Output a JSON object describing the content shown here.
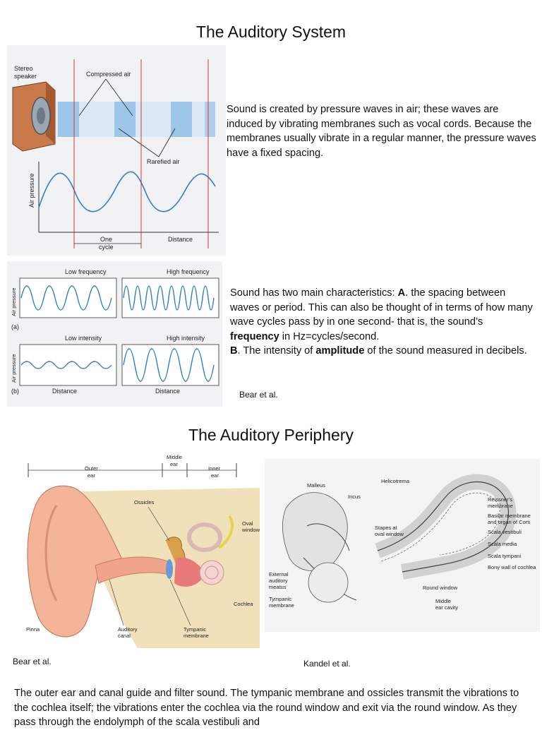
{
  "section1": {
    "title": "The Auditory System",
    "para1": "Sound is created by pressure waves in air; these waves are induced by vibrating membranes such as vocal cords. Because the membranes usually vibrate in a regular manner, the pressure waves have a fixed spacing.",
    "para2": {
      "p1": "Sound has two main characteristics: ",
      "a": "A",
      "p2": ". the spacing between waves or period. This can also be thought of in terms of how many wave cycles pass by in one second- that is, the sound’s ",
      "freq": "frequency",
      "p3": " in Hz=cycles/second.",
      "b": "B",
      "p4": ". The intensity of ",
      "amp": "amplitude",
      "p5": " of the sound measured in decibels."
    },
    "citation": "Bear et al.",
    "fig1": {
      "speaker": [
        "Stereo",
        "speaker"
      ],
      "compressed": "Compressed air",
      "rarefied": "Rarefied air",
      "ylabel": "Air pressure",
      "cycle": [
        "One",
        "cycle"
      ],
      "distance": "Distance"
    },
    "fig2": {
      "low_freq": "Low frequency",
      "high_freq": "High frequency",
      "low_int": "Low intensity",
      "high_int": "High intensity",
      "ylabel": "Air pressure",
      "panel_a": "(a)",
      "panel_b": "(b)",
      "distance": "Distance"
    }
  },
  "section2": {
    "title": "The Auditory Periphery",
    "cite_left": "Bear et al.",
    "cite_right": "Kandel et al.",
    "ear": {
      "outer": [
        "Outer",
        "ear"
      ],
      "middle": [
        "Middle",
        "ear"
      ],
      "inner": [
        "Inner",
        "ear"
      ],
      "ossicles": "Ossicles",
      "oval": [
        "Oval",
        "window"
      ],
      "cochlea": "Cochlea",
      "pinna": "Pinna",
      "canal": [
        "Auditory",
        "canal"
      ],
      "tympanic": [
        "Tympanic",
        "membrane"
      ]
    },
    "cochlea": {
      "helicotrema": "Helicotrema",
      "malleus": "Malleus",
      "incus": "Incus",
      "stapes": [
        "Stapes at",
        "oval window"
      ],
      "reissner": [
        "Reissner’s",
        "membrane"
      ],
      "basilar": [
        "Basilar membrane",
        "and organ of Corti"
      ],
      "vestibuli": "Scala vestibuli",
      "media": "Scala media",
      "tympani": "Scala tympani",
      "bony": "Bony wall of cochlea",
      "meatus": [
        "External",
        "auditory",
        "meatus"
      ],
      "tympanic": [
        "Tympanic",
        "membrane"
      ],
      "round": "Round window",
      "middle": [
        "Middle",
        "ear cavity"
      ]
    },
    "bottom_text": "The outer ear and canal guide and filter sound. The tympanic membrane and ossicles transmit the vibrations to the cochlea itself; the vibrations enter the cochlea via the round window and exit via the round window. As they pass through the endolymph of the scala vestibuli and"
  }
}
